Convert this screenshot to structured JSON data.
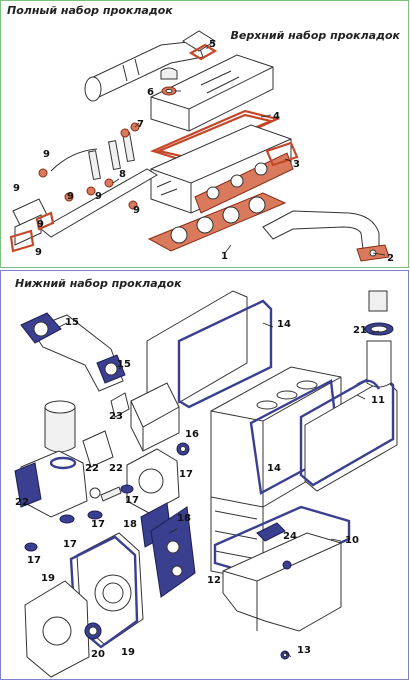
{
  "sections": {
    "top": {
      "title": "Полный набор прокладок",
      "subtitle": "Верхний набор прокладок"
    },
    "bottom": {
      "title": "Нижний набор прокладок"
    }
  },
  "callouts_top": [
    "5",
    "6",
    "4",
    "3",
    "7",
    "8",
    "9",
    "9",
    "9",
    "9",
    "9",
    "9",
    "9",
    "2",
    "1"
  ],
  "callouts_bottom": [
    "15",
    "15",
    "14",
    "21",
    "11",
    "23",
    "16",
    "17",
    "22",
    "22",
    "22",
    "17",
    "17",
    "17",
    "18",
    "18",
    "14",
    "24",
    "10",
    "12",
    "17",
    "19",
    "19",
    "20",
    "13"
  ],
  "colors": {
    "upper_gasket": "#c4472a",
    "lower_gasket": "#3a3f8f",
    "upper_panel_border": "#7dc07d",
    "lower_panel_border": "#8080cc"
  }
}
